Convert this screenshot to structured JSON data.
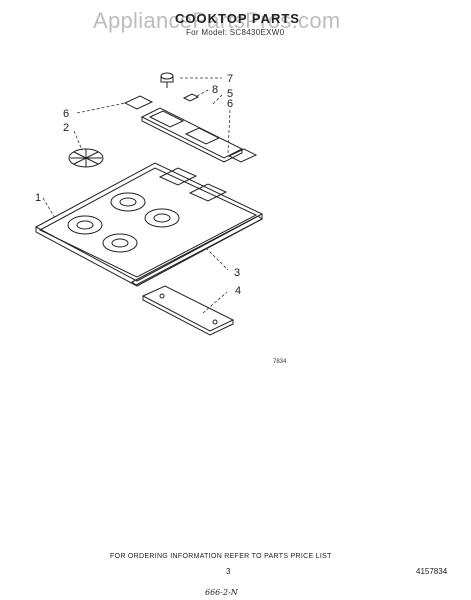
{
  "watermark": "AppliancePartsPros.com",
  "title": "COOKTOP PARTS",
  "subtitle": "For Model: SC8430EXW0",
  "callouts": [
    "7",
    "8",
    "5",
    "6",
    "6",
    "2",
    "1",
    "3",
    "4"
  ],
  "diagram_code": "7834",
  "footer": {
    "ordering_note": "FOR ORDERING INFORMATION REFER TO PARTS PRICE LIST",
    "page_number": "3",
    "document_number": "4157834",
    "handwritten_note": "666-2-N"
  }
}
